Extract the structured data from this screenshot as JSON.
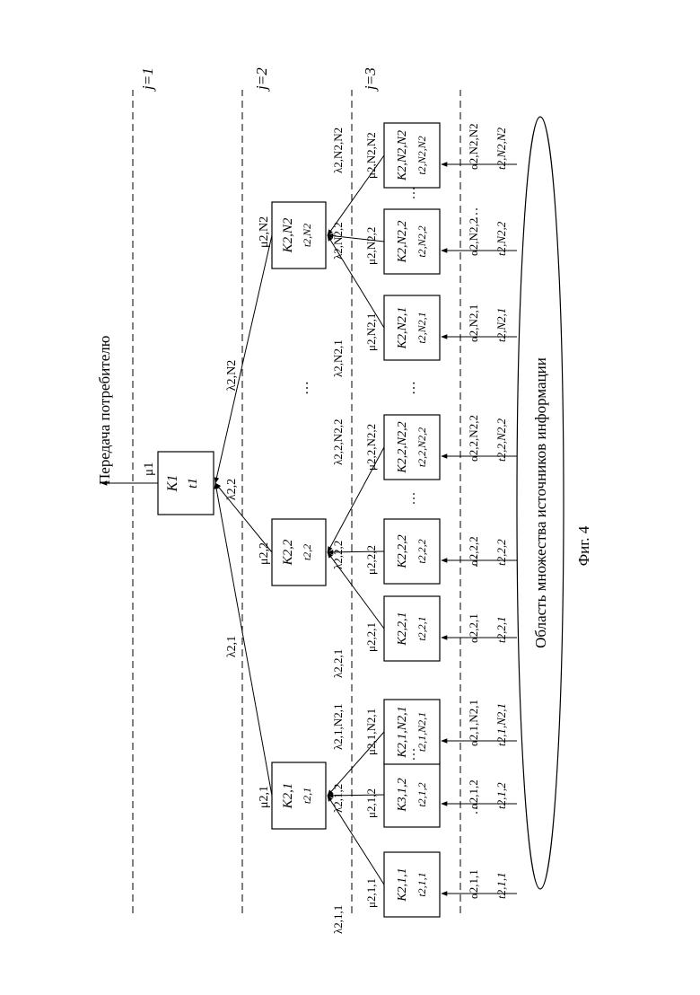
{
  "levels": [
    "j=1",
    "j=2",
    "j=3"
  ],
  "header": "Передача потребителю",
  "footer": "Область множества источников информации",
  "figure_label": "Фиг. 4",
  "ellipsis": "…",
  "root": {
    "name": "K1",
    "time": "t1",
    "rate": "μ1"
  },
  "group_nodes": [
    {
      "name": "K2,1",
      "time": "t2,1",
      "rate": "μ2,1",
      "edge": "λ2,1"
    },
    {
      "name": "K2,2",
      "time": "t2,2",
      "rate": "μ2,2",
      "edge": "λ2,2"
    },
    {
      "name": "K2,N2",
      "time": "t2,N2",
      "rate": "μ2,N2",
      "edge": "λ2,N2"
    }
  ],
  "leaf_groups": [
    {
      "leaves": [
        {
          "name": "K2,1,1",
          "time": "t2,1,1",
          "rate": "μ2,1,1",
          "edge": "λ2,1,1",
          "alpha": "α2,1,1",
          "src_time": "t2,1,1"
        },
        {
          "name": "K3,1,2",
          "time": "t2,1,2",
          "rate": "μ2,1,2",
          "edge": "λ2,1,2",
          "alpha": "α2,1,2",
          "src_time": "t2,1,2"
        },
        {
          "name": "K2,1,N2,1",
          "time": "t2,1,N2,1",
          "rate": "μ2,1,N2,1",
          "edge": "λ2,1,N2,1",
          "alpha": "α2,1,N2,1",
          "src_time": "t2,1,N2,1"
        }
      ]
    },
    {
      "leaves": [
        {
          "name": "K2,2,1",
          "time": "t2,2,1",
          "rate": "μ2,2,1",
          "edge": "λ2,2,1",
          "alpha": "α2,2,1",
          "src_time": "t2,2,1"
        },
        {
          "name": "K2,2,2",
          "time": "t2,2,2",
          "rate": "μ2,2,2",
          "edge": "λ2,2,2",
          "alpha": "α2,2,2",
          "src_time": "t2,2,2"
        },
        {
          "name": "K2,2,N2,2",
          "time": "t2,2,N2,2",
          "rate": "μ2,2,N2,2",
          "edge": "λ2,2,N2,2",
          "alpha": "α2,2,N2,2",
          "src_time": "t2,2,N2,2"
        }
      ]
    },
    {
      "leaves": [
        {
          "name": "K2,N2,1",
          "time": "t2,N2,1",
          "rate": "μ2,N2,1",
          "edge": "λ2,N2,1",
          "alpha": "α2,N2,1",
          "src_time": "t2,N2,1"
        },
        {
          "name": "K2,N2,2",
          "time": "t2,N2,2",
          "rate": "μ2,N2,2",
          "edge": "λ2,N2,2",
          "alpha": "α2,N2,2",
          "src_time": "t2,N2,2"
        },
        {
          "name": "K2,N2,N2",
          "time": "t2,N2,N2",
          "rate": "μ2,N2,N2",
          "edge": "λ2,N2,N2",
          "alpha": "α2,N2,N2",
          "src_time": "t2,N2,N2"
        }
      ]
    }
  ]
}
